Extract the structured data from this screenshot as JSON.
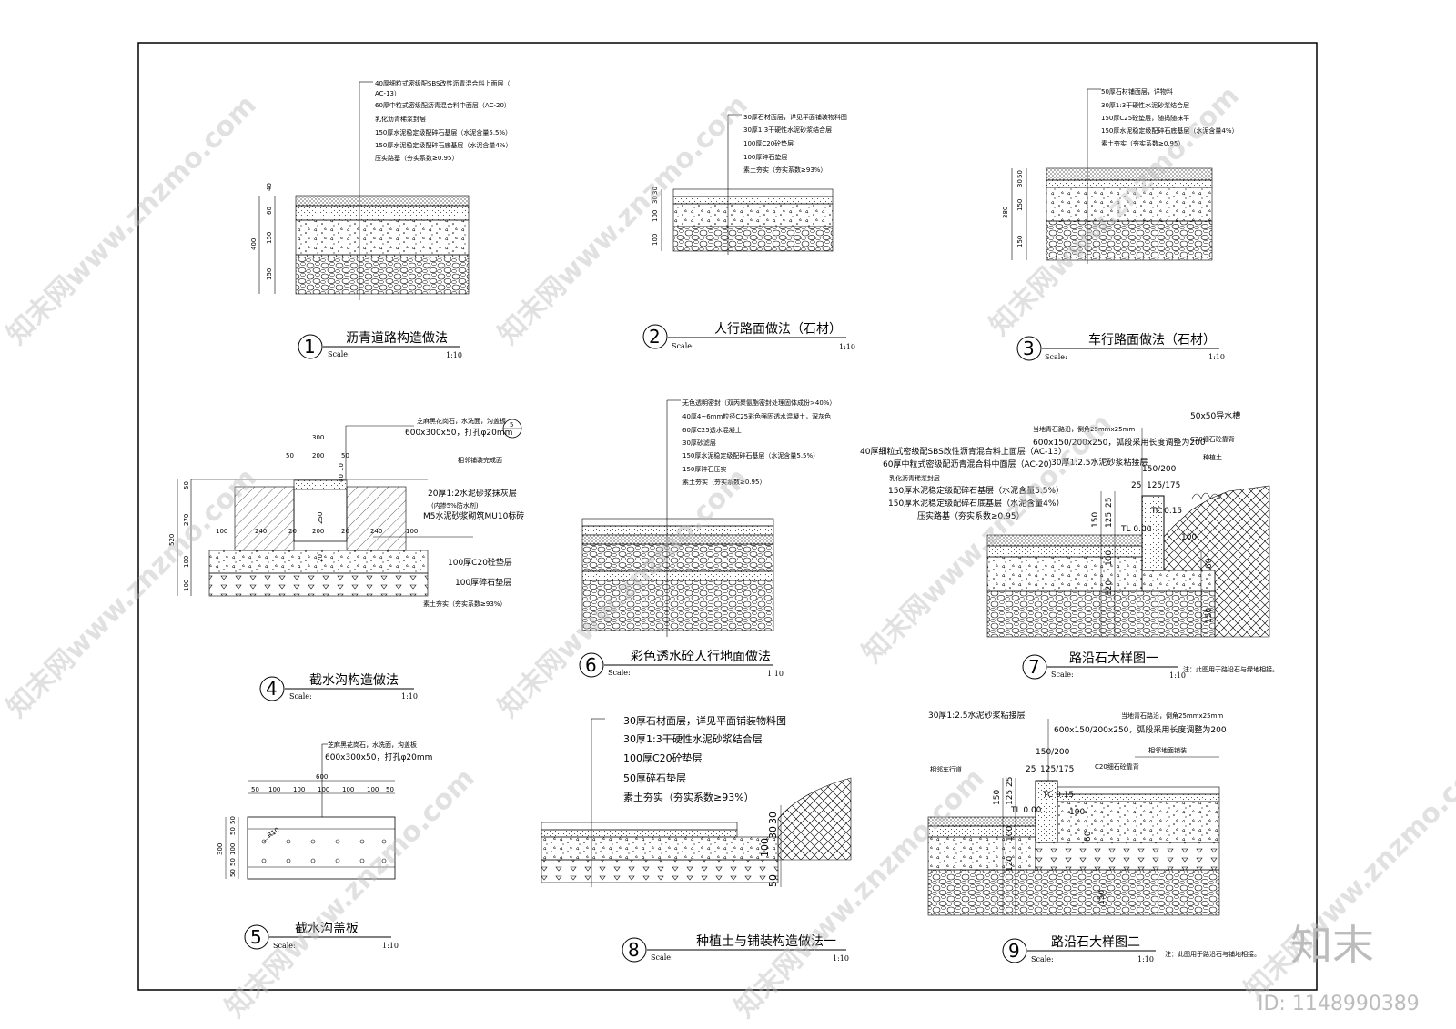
{
  "watermark": "知末网www.znzmo.com",
  "logo": "知末",
  "id_label": "ID: 1148990389",
  "scale_label": "Scale:",
  "details": [
    {
      "num": "1",
      "title": "沥青道路构造做法",
      "scale": "1:10",
      "layers": [
        "40厚细粒式密级配SBS改性沥青混合料上面层（",
        "AC-13）",
        "60厚中粒式密级配沥青混合料中面层（AC-20）",
        "乳化沥青稀浆封层",
        "150厚水泥稳定级配碎石基层（水泥含量5.5%）",
        "150厚水泥稳定级配碎石底基层（水泥含量4%）",
        "压实路基（夯实系数≥0.95）"
      ],
      "dims": [
        "40",
        "60",
        "150",
        "150",
        "400"
      ]
    },
    {
      "num": "2",
      "title": "人行路面做法（石材）",
      "scale": "1:10",
      "layers": [
        "30厚石材面层，详见平面铺装物料图",
        "30厚1:3干硬性水泥砂浆结合层",
        "100厚C20砼垫层",
        "100厚碎石垫层",
        "素土夯实（夯实系数≥93%）"
      ],
      "dims": [
        "30",
        "30",
        "100",
        "100"
      ]
    },
    {
      "num": "3",
      "title": "车行路面做法（石材）",
      "scale": "1:10",
      "layers": [
        "50厚石材铺面层，详物料",
        "30厚1:3干硬性水泥砂浆结合层",
        "150厚C25砼垫层，随捣随抹平",
        "150厚水泥稳定级配碎石底基层（水泥含量4%）",
        "素土夯实（夯实系数≥0.95）"
      ],
      "dims": [
        "50",
        "30",
        "150",
        "150",
        "380"
      ]
    },
    {
      "num": "4",
      "title": "截水沟构造做法",
      "scale": "1:10",
      "top_note": [
        "芝麻黑花岗石，水洗面，沟盖板",
        "600x300x50，打孔φ20mm"
      ],
      "ref": "5",
      "layers": [
        "相邻铺装完成面",
        "20厚1:2水泥砂浆抹灰层",
        "(内掺5%防水剂)",
        "M5水泥砂浆砌筑MU10标砖",
        "100厚C20砼垫层",
        "100厚碎石垫层",
        "素土夯实（夯实系数≥93%）"
      ],
      "dims_top": [
        "300",
        "50",
        "200",
        "50"
      ],
      "dims_bottom": [
        "100",
        "240",
        "20",
        "200",
        "20",
        "240",
        "100"
      ],
      "dims_left": [
        "50",
        "270",
        "100",
        "100",
        "520"
      ],
      "dims_inner": [
        "40",
        "10",
        "250",
        "20"
      ]
    },
    {
      "num": "5",
      "title": "截水沟盖板",
      "scale": "1:10",
      "top_note": [
        "芝麻黑花岗石，水洗面，沟盖板",
        "600x300x50，打孔φ20mm"
      ],
      "dims_top": [
        "600",
        "50",
        "100",
        "100",
        "100",
        "100",
        "100",
        "50"
      ],
      "dims_left": [
        "300",
        "50",
        "50",
        "100",
        "50",
        "50"
      ],
      "radius": "R10"
    },
    {
      "num": "6",
      "title": "彩色透水砼人行地面做法",
      "scale": "1:10",
      "layers": [
        "无色透明密封（双丙聚氨酯密封处理固体成份>40%）",
        "40厚4~6mm粒径C25彩色强固透水混凝土，深灰色",
        "60厚C25透水混凝土",
        "30厚砂滤层",
        "150厚水泥稳定级配碎石基层（水泥含量5.5%）",
        "150厚碎石压实",
        "素土夯实（夯实系数≥0.95）"
      ]
    },
    {
      "num": "7",
      "title": "路沿石大样图一",
      "scale": "1:10",
      "note": "注：此图用于路沿石与绿地相接。",
      "top_notes": [
        "当地青石路沿，倒角25mmx25mm",
        "600x150/200x250，弧段采用长度调整为200",
        "30厚1:2.5水泥砂浆粘接层"
      ],
      "right_notes": [
        "50x50导水槽",
        "C20细石砼靠背",
        "种植土"
      ],
      "layers": [
        "40厚细粒式密级配SBS改性沥青混合料上面层（AC-13）",
        "60厚中粒式密级配沥青混合料中面层（AC-20）",
        "乳化沥青稀浆封层",
        "150厚水泥稳定级配碎石基层（水泥含量5.5%）",
        "150厚水泥稳定级配碎石底基层（水泥含量4%）",
        "压实路基（夯实系数≥0.95）"
      ],
      "dims": [
        "150/200",
        "25",
        "125/175",
        "150",
        "125",
        "25",
        "100",
        "120",
        "60",
        "100",
        "150"
      ],
      "levels": [
        "TC 0.15",
        "TL 0.00"
      ]
    },
    {
      "num": "8",
      "title": "种植土与铺装构造做法一",
      "scale": "1:10",
      "layers": [
        "30厚石材面层，详见平面铺装物料图",
        "30厚1:3干硬性水泥砂浆结合层",
        "100厚C20砼垫层",
        "50厚碎石垫层",
        "素土夯实（夯实系数≥93%）"
      ],
      "dims": [
        "30",
        "30",
        "100",
        "50"
      ]
    },
    {
      "num": "9",
      "title": "路沿石大样图二",
      "scale": "1:10",
      "note": "注：此图用于路沿石与铺地相接。",
      "top_notes": [
        "30厚1:2.5水泥砂浆粘接层",
        "当地青石路沿，倒角25mmx25mm",
        "600x150/200x250，弧段采用长度调整为200"
      ],
      "right_notes": [
        "C20细石砼靠背",
        "相邻地面铺装",
        "相邻车行道"
      ],
      "dims": [
        "150/200",
        "25",
        "125/175",
        "150",
        "125",
        "25",
        "100",
        "120",
        "60",
        "100",
        "150"
      ],
      "levels": [
        "TC 0.15",
        "TL 0.00"
      ]
    }
  ]
}
